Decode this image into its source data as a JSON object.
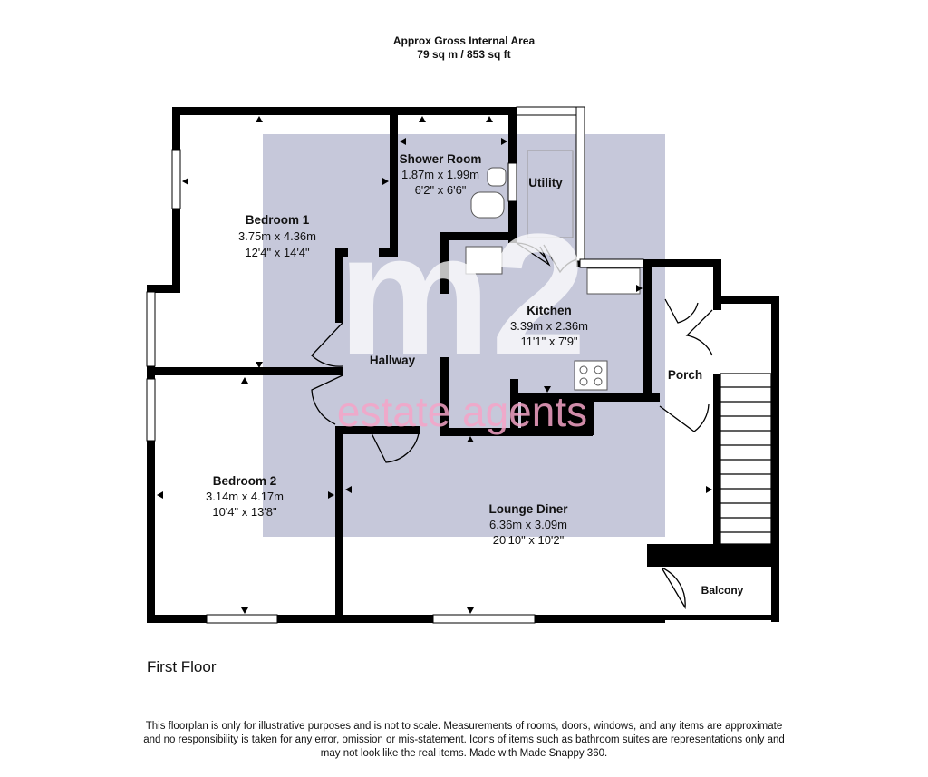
{
  "header": {
    "title": "Approx Gross Internal Area",
    "area": "79 sq m / 853 sq ft"
  },
  "watermark": {
    "logo_text": "m2",
    "brand_text": "estate agents",
    "logo_color": "#ffffff",
    "brand_color": "#f5a3c7",
    "panel_color": "#c6c8da"
  },
  "rooms": {
    "bedroom1": {
      "name": "Bedroom 1",
      "metric": "3.75m x 4.36m",
      "imperial": "12'4\" x 14'4\""
    },
    "shower_room": {
      "name": "Shower Room",
      "metric": "1.87m x 1.99m",
      "imperial": "6'2\" x 6'6\""
    },
    "utility": {
      "name": "Utility"
    },
    "kitchen": {
      "name": "Kitchen",
      "metric": "3.39m x 2.36m",
      "imperial": "11'1\" x 7'9\""
    },
    "hallway": {
      "name": "Hallway"
    },
    "porch": {
      "name": "Porch"
    },
    "bedroom2": {
      "name": "Bedroom 2",
      "metric": "3.14m x 4.17m",
      "imperial": "10'4\" x 13'8\""
    },
    "lounge": {
      "name": "Lounge Diner",
      "metric": "6.36m x 3.09m",
      "imperial": "20'10\" x 10'2\""
    },
    "balcony": {
      "name": "Balcony"
    }
  },
  "floor_label": "First Floor",
  "disclaimer": {
    "line1": "This floorplan is only for illustrative purposes and is not to scale. Measurements of rooms, doors, windows, and any items are approximate",
    "line2": "and no responsibility is taken for any error, omission or mis-statement. Icons of items such as bathroom suites are representations only and",
    "line3": "may not look like the real items. Made with Made Snappy 360."
  }
}
